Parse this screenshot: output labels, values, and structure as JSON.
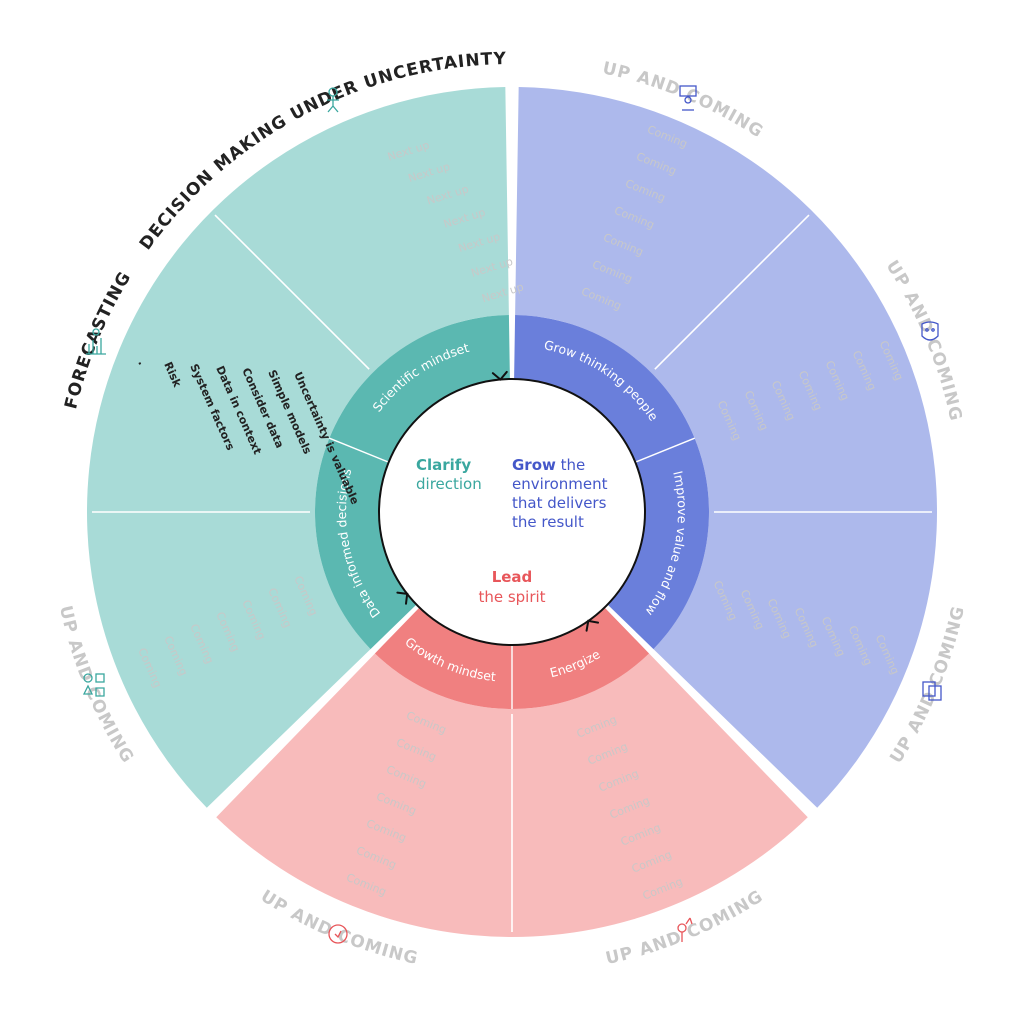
{
  "colors": {
    "teal_outer": "#a8dbd7",
    "teal_inner": "#5bb8b1",
    "blue_outer": "#adb9ec",
    "blue_inner": "#6a7fdb",
    "red_outer": "#f8bbbb",
    "red_inner": "#f08080",
    "dark_text": "#222222",
    "faded_text": "#c8c8c8",
    "teal_text": "#3aa79f",
    "blue_text": "#4457c9",
    "red_text": "#e8565a"
  },
  "center": {
    "clarify_bold": "Clarify",
    "clarify_rest": "direction",
    "grow_bold": "Grow",
    "grow_rest1": " the",
    "grow_rest2": "environment",
    "grow_rest3": "that delivers",
    "grow_rest4": "the result",
    "lead_bold": "Lead",
    "lead_rest": "the spirit"
  },
  "ring": {
    "scientific": "Scientific mindset",
    "data_informed": "Data informed decisions",
    "growth": "Growth mindset",
    "energize": "Energize",
    "improve": "Improve value and flow",
    "grow_people": "Grow thinking people"
  },
  "outer_titles": {
    "decision": "DECISION MAKING UNDER UNCERTAINTY",
    "forecasting": "FORECASTING",
    "upcoming": "UP AND COMING"
  },
  "items": {
    "next_up": "Next up",
    "coming": "Coming",
    "forecasting": [
      ".",
      "Risk",
      "System factors",
      "Data in context",
      "Consider data",
      "Simple models",
      "Uncertainty is valuable"
    ]
  },
  "icons": {
    "decision": "decision-person-icon",
    "forecasting": "forecasting-chart-icon",
    "teal_upcoming": "team-shapes-icon",
    "blue_top": "person-board-icon",
    "blue_mid": "mask-icon",
    "blue_bot": "flow-cards-icon",
    "red_left": "cycle-heart-icon",
    "red_right": "person-energy-icon"
  }
}
